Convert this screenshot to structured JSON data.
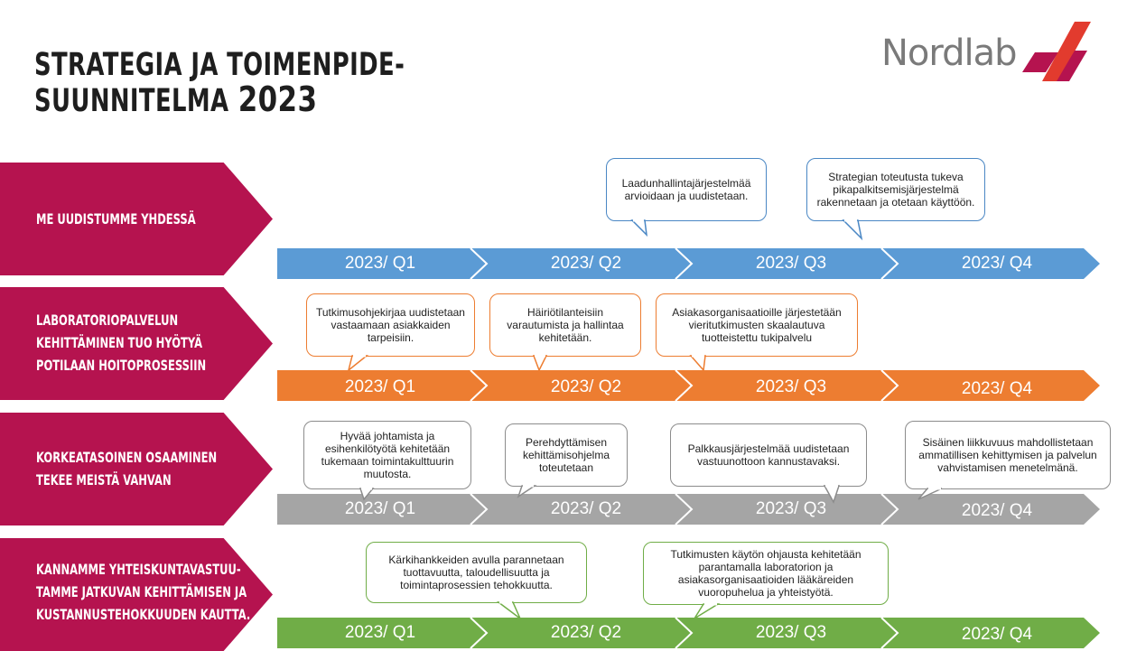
{
  "title": {
    "line1": "STRATEGIA JA TOIMENPIDE-",
    "line2": "SUUNNITELMA",
    "year": "2023"
  },
  "logo": {
    "text": "Nordlab",
    "colors": [
      "#b5134f",
      "#e23b2e"
    ]
  },
  "colors": {
    "chevron": "#b5134f",
    "blue": "#5b9bd5",
    "orange": "#ed7d31",
    "gray": "#a5a5a5",
    "green": "#70ad47"
  },
  "rows": [
    {
      "label": "ME UUDISTUMME YHDESSÄ",
      "quarters": [
        "2023/ Q1",
        "2023/ Q2",
        "2023/ Q3",
        "2023/ Q4"
      ],
      "callouts": [
        "Laadunhallintajärjestelmää arvioidaan ja uudistetaan.",
        "Strategian toteutusta tukeva pikapalkitsemisjärjestelmä rakennetaan ja otetaan käyttöön."
      ]
    },
    {
      "label": "LABORATORIOPALVELUN\nKEHITTÄMINEN TUO HYÖTYÄ\nPOTILAAN HOITOPROSESSIIN",
      "quarters": [
        "2023/ Q1",
        "2023/ Q2",
        "2023/ Q3",
        "2023/ Q4"
      ],
      "callouts": [
        "Tutkimusohjekirjaa uudistetaan vastaamaan asiakkaiden tarpeisiin.",
        "Häiriötilanteisiin varautumista ja hallintaa kehitetään.",
        "Asiakasorganisaatioille järjestetään vieritutkimusten skaalautuva tuotteistettu tukipalvelu"
      ]
    },
    {
      "label": "KORKEATASOINEN OSAAMINEN\nTEKEE MEISTÄ VAHVAN",
      "quarters": [
        "2023/ Q1",
        "2023/ Q2",
        "2023/ Q3",
        "2023/ Q4"
      ],
      "callouts": [
        "Hyvää johtamista ja esihenkilötyötä kehitetään tukemaan toimintakulttuurin muutosta.",
        "Perehdyttämisen kehittämisohjelma toteutetaan",
        "Palkkausjärjestelmää uudistetaan vastuunottoon kannustavaksi.",
        "Sisäinen liikkuvuus mahdollistetaan ammatillisen kehittymisen ja palvelun vahvistamisen menetelmänä."
      ]
    },
    {
      "label": "KANNAMME YHTEISKUNTAVASTUU-\nTAMME JATKUVAN KEHITTÄMISEN JA\nKUSTANNUSTEHOKKUUDEN KAUTTA.",
      "quarters": [
        "2023/ Q1",
        "2023/ Q2",
        "2023/ Q3",
        "2023/ Q4"
      ],
      "callouts": [
        "Kärkihankkeiden avulla parannetaan tuottavuutta, taloudellisuutta ja toimintaprosessien tehokkuutta.",
        "Tutkimusten käytön ohjausta kehitetään parantamalla laboratorion ja asiakasorganisaatioiden lääkäreiden vuoropuhelua ja yhteistyötä."
      ]
    }
  ]
}
